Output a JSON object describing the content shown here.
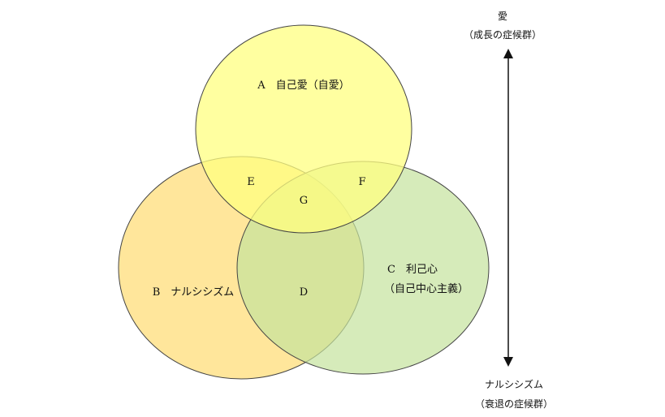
{
  "circles": {
    "a": {
      "label": "A　自己愛（自愛）",
      "color": "#ffff80"
    },
    "b": {
      "label": "B　ナルシシズム",
      "color": "#ffd966"
    },
    "c": {
      "label_line1": "C　利己心",
      "label_line2": "（自己中心主義）",
      "color": "#c4e29c"
    }
  },
  "regions": {
    "d": "D",
    "e": "E",
    "f": "F",
    "g": "G"
  },
  "scale": {
    "top_title": "愛",
    "top_subtitle": "（成長の症候群）",
    "bottom_title": "ナルシシズム",
    "bottom_subtitle": "（衰退の症候群）"
  }
}
